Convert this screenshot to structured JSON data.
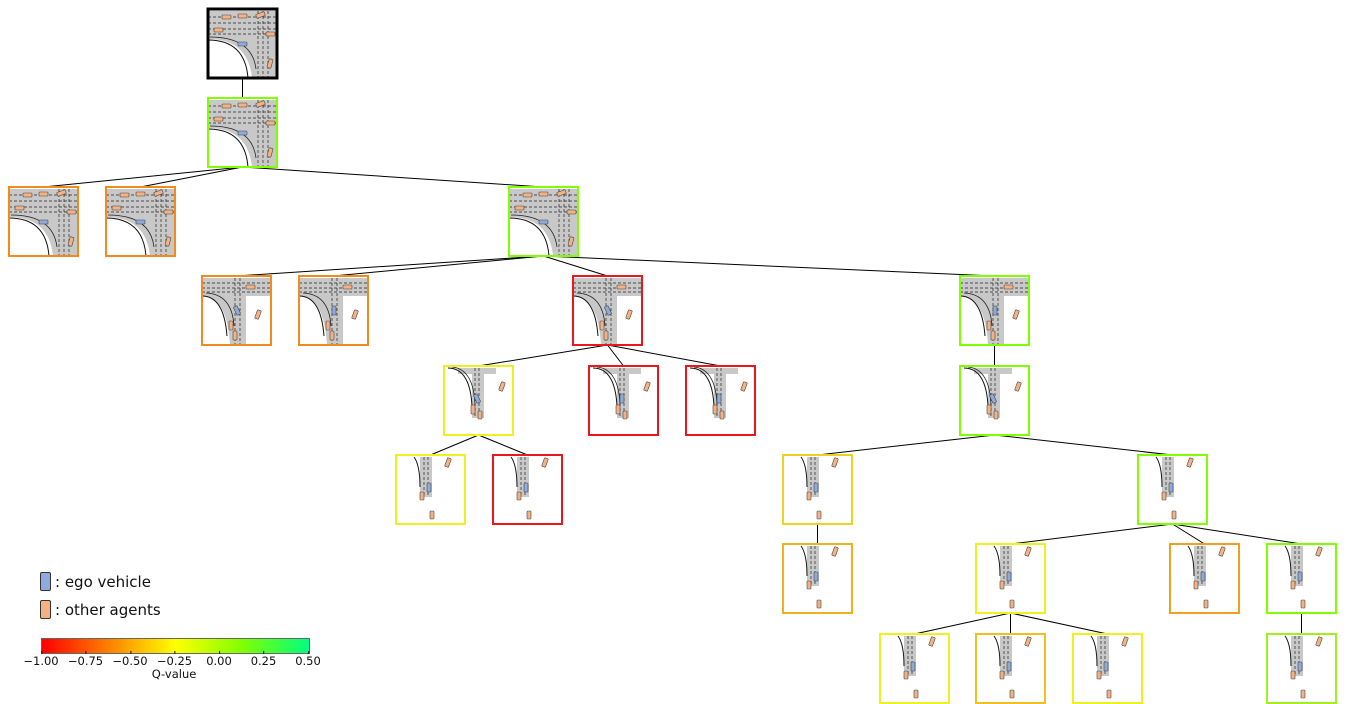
{
  "legend": {
    "ego_label": ": ego vehicle",
    "ego_color": "#8faadc",
    "other_label": ": other agents",
    "other_color": "#f4b183"
  },
  "colorbar": {
    "label": "Q-value",
    "ticks": [
      "−1.00",
      "−0.75",
      "−0.50",
      "−0.25",
      "0.00",
      "0.25",
      "0.50"
    ],
    "colors": [
      "#ff0000",
      "#ff8000",
      "#ffff00",
      "#80ff00",
      "#00ff80"
    ]
  },
  "tree": {
    "nodes": [
      {
        "id": "root",
        "border": "#000000",
        "scene": "full"
      },
      {
        "id": "n1",
        "border": "#80ff00",
        "scene": "full"
      },
      {
        "id": "n2a",
        "border": "#f28a1c",
        "scene": "full"
      },
      {
        "id": "n2b",
        "border": "#f28a1c",
        "scene": "full"
      },
      {
        "id": "n2c",
        "border": "#80ff00",
        "scene": "full"
      },
      {
        "id": "n3a",
        "border": "#f28a1c",
        "scene": "mid"
      },
      {
        "id": "n3b",
        "border": "#f28a1c",
        "scene": "mid"
      },
      {
        "id": "n3c",
        "border": "#e8181c",
        "scene": "mid"
      },
      {
        "id": "n3d",
        "border": "#80ff00",
        "scene": "mid"
      },
      {
        "id": "n4a",
        "border": "#f0f020",
        "scene": "small"
      },
      {
        "id": "n4b",
        "border": "#e8181c",
        "scene": "small"
      },
      {
        "id": "n4c",
        "border": "#e8181c",
        "scene": "small"
      },
      {
        "id": "n4d",
        "border": "#80ff00",
        "scene": "small"
      },
      {
        "id": "n5a",
        "border": "#f0f020",
        "scene": "tiny"
      },
      {
        "id": "n5b",
        "border": "#e8181c",
        "scene": "tiny"
      },
      {
        "id": "n5c",
        "border": "#f0d020",
        "scene": "tiny"
      },
      {
        "id": "n5d",
        "border": "#80ff00",
        "scene": "tiny"
      },
      {
        "id": "n6a",
        "border": "#f0b020",
        "scene": "tiny"
      },
      {
        "id": "n6b",
        "border": "#f0f020",
        "scene": "tiny"
      },
      {
        "id": "n6c",
        "border": "#f0a020",
        "scene": "tiny"
      },
      {
        "id": "n6d",
        "border": "#80ff00",
        "scene": "tiny"
      },
      {
        "id": "n7a",
        "border": "#f0f020",
        "scene": "tiny"
      },
      {
        "id": "n7b",
        "border": "#f0c020",
        "scene": "tiny"
      },
      {
        "id": "n7c",
        "border": "#f0f020",
        "scene": "tiny"
      },
      {
        "id": "n7d",
        "border": "#a0f020",
        "scene": "tiny"
      }
    ],
    "edges": [
      [
        "root",
        "n1"
      ],
      [
        "n1",
        "n2a"
      ],
      [
        "n1",
        "n2b"
      ],
      [
        "n1",
        "n2c"
      ],
      [
        "n2c",
        "n3a"
      ],
      [
        "n2c",
        "n3b"
      ],
      [
        "n2c",
        "n3c"
      ],
      [
        "n2c",
        "n3d"
      ],
      [
        "n3c",
        "n4a"
      ],
      [
        "n3c",
        "n4b"
      ],
      [
        "n3c",
        "n4c"
      ],
      [
        "n3d",
        "n4d"
      ],
      [
        "n4a",
        "n5a"
      ],
      [
        "n4a",
        "n5b"
      ],
      [
        "n4d",
        "n5c"
      ],
      [
        "n4d",
        "n5d"
      ],
      [
        "n5c",
        "n6a"
      ],
      [
        "n5d",
        "n6b"
      ],
      [
        "n5d",
        "n6c"
      ],
      [
        "n5d",
        "n6d"
      ],
      [
        "n6b",
        "n7a"
      ],
      [
        "n6b",
        "n7b"
      ],
      [
        "n6b",
        "n7c"
      ],
      [
        "n6d",
        "n7d"
      ]
    ]
  }
}
